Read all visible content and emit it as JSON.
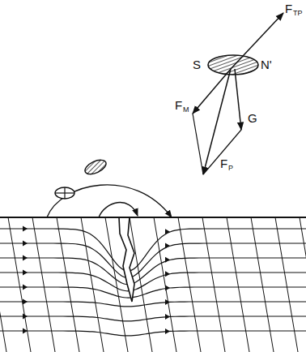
{
  "diagram": {
    "labels": [
      "F",
      "TP",
      "S",
      "N'",
      "F",
      "M",
      "G",
      "F",
      "P"
    ]
  }
}
